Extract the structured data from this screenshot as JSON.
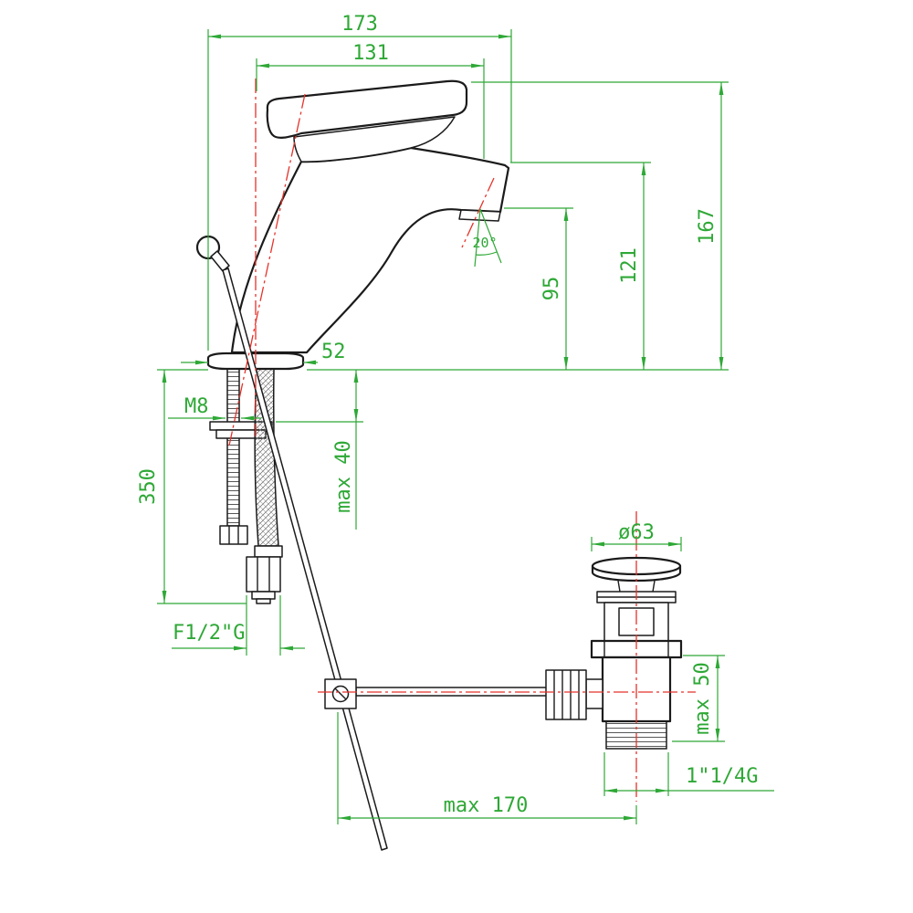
{
  "diagram": {
    "colors": {
      "dimension": "#2EA836",
      "centerline": "#E5332A",
      "outline": "#1B1B1B",
      "background": "#FFFFFF"
    },
    "dimensions": {
      "total_width": "173",
      "spout_reach": "131",
      "total_height": "167",
      "spout_top_height": "121",
      "aerator_height": "95",
      "base_width": "52",
      "spout_angle": "20°",
      "stud_thread": "M8",
      "hose_length": "350",
      "max_deck_thickness": "max  40",
      "hose_connection": "F1/2\"G",
      "waste_cap_diameter": "ø63",
      "max_waste_height": "max  50",
      "waste_thread": "1\"1/4G",
      "max_rod_reach": "max  170"
    }
  }
}
